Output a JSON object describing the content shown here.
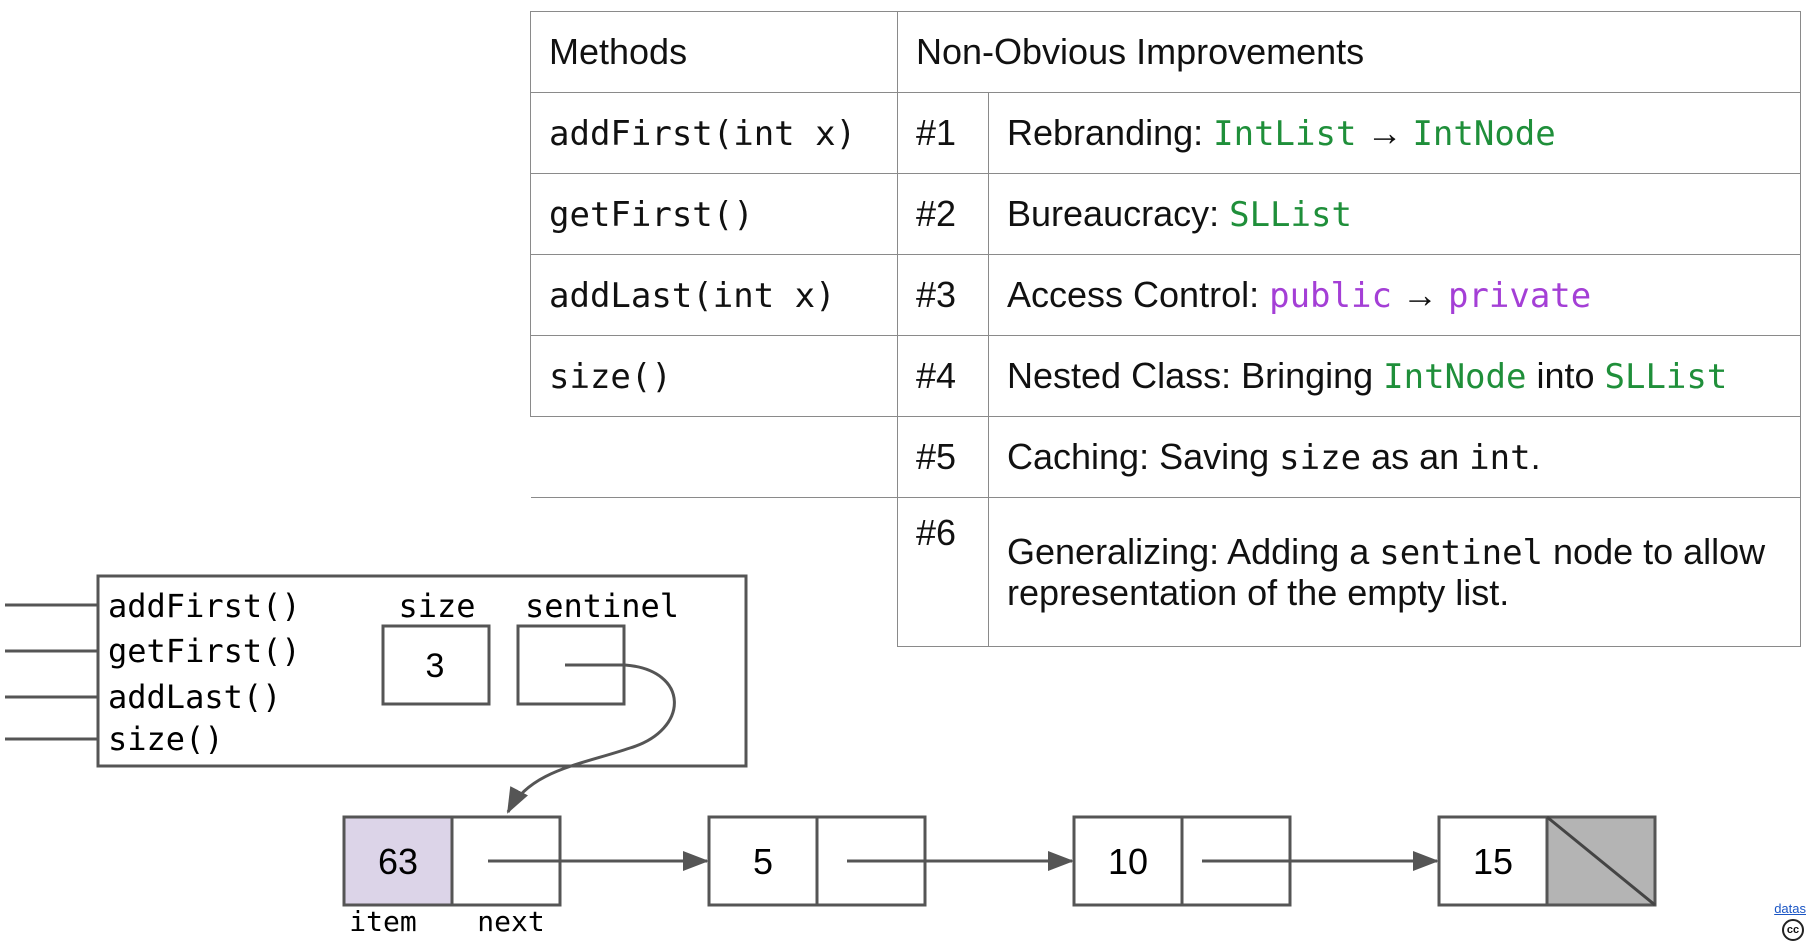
{
  "table": {
    "header_methods": "Methods",
    "header_improvements": "Non-Obvious Improvements",
    "rows": [
      {
        "method": "addFirst(int x)",
        "num": "#1",
        "desc": [
          {
            "t": "Rebranding: ",
            "c": ""
          },
          {
            "t": "IntList",
            "c": "mono green"
          },
          {
            "t": " → ",
            "c": ""
          },
          {
            "t": "IntNode",
            "c": "mono green"
          }
        ]
      },
      {
        "method": "getFirst()",
        "num": "#2",
        "desc": [
          {
            "t": "Bureaucracy: ",
            "c": ""
          },
          {
            "t": "SLList",
            "c": "mono green"
          }
        ]
      },
      {
        "method": "addLast(int x)",
        "num": "#3",
        "desc": [
          {
            "t": "Access Control: ",
            "c": ""
          },
          {
            "t": "public",
            "c": "mono purple"
          },
          {
            "t": " → ",
            "c": ""
          },
          {
            "t": "private",
            "c": "mono purple"
          }
        ]
      },
      {
        "method": "size()",
        "num": "#4",
        "desc": [
          {
            "t": "Nested Class: Bringing ",
            "c": ""
          },
          {
            "t": "IntNode",
            "c": "mono green"
          },
          {
            "t": " into ",
            "c": ""
          },
          {
            "t": "SLList",
            "c": "mono green"
          }
        ]
      },
      {
        "method": "",
        "num": "#5",
        "desc": [
          {
            "t": "Caching: Saving ",
            "c": ""
          },
          {
            "t": "size",
            "c": "mono"
          },
          {
            "t": " as an ",
            "c": ""
          },
          {
            "t": "int",
            "c": "mono"
          },
          {
            "t": ".",
            "c": ""
          }
        ]
      },
      {
        "method": "",
        "num": "#6",
        "desc": [
          {
            "t": "Generalizing: Adding a ",
            "c": ""
          },
          {
            "t": "sentinel",
            "c": "mono"
          },
          {
            "t": " node to allow representation of the empty list.",
            "c": ""
          }
        ]
      }
    ]
  },
  "diagram": {
    "methods": [
      "addFirst()",
      "getFirst()",
      "addLast()",
      "size()"
    ],
    "size_label": "size",
    "size_value": "3",
    "sentinel_label": "sentinel",
    "nodes": [
      "63",
      "5",
      "10",
      "15"
    ],
    "item_label": "item",
    "next_label": "next",
    "colors": {
      "sentinel_item": "#dcd4e8",
      "null_fill": "#b4b4b4",
      "line": "#555555"
    }
  },
  "footer": {
    "link_text": "datas",
    "cc_text": "cc"
  }
}
